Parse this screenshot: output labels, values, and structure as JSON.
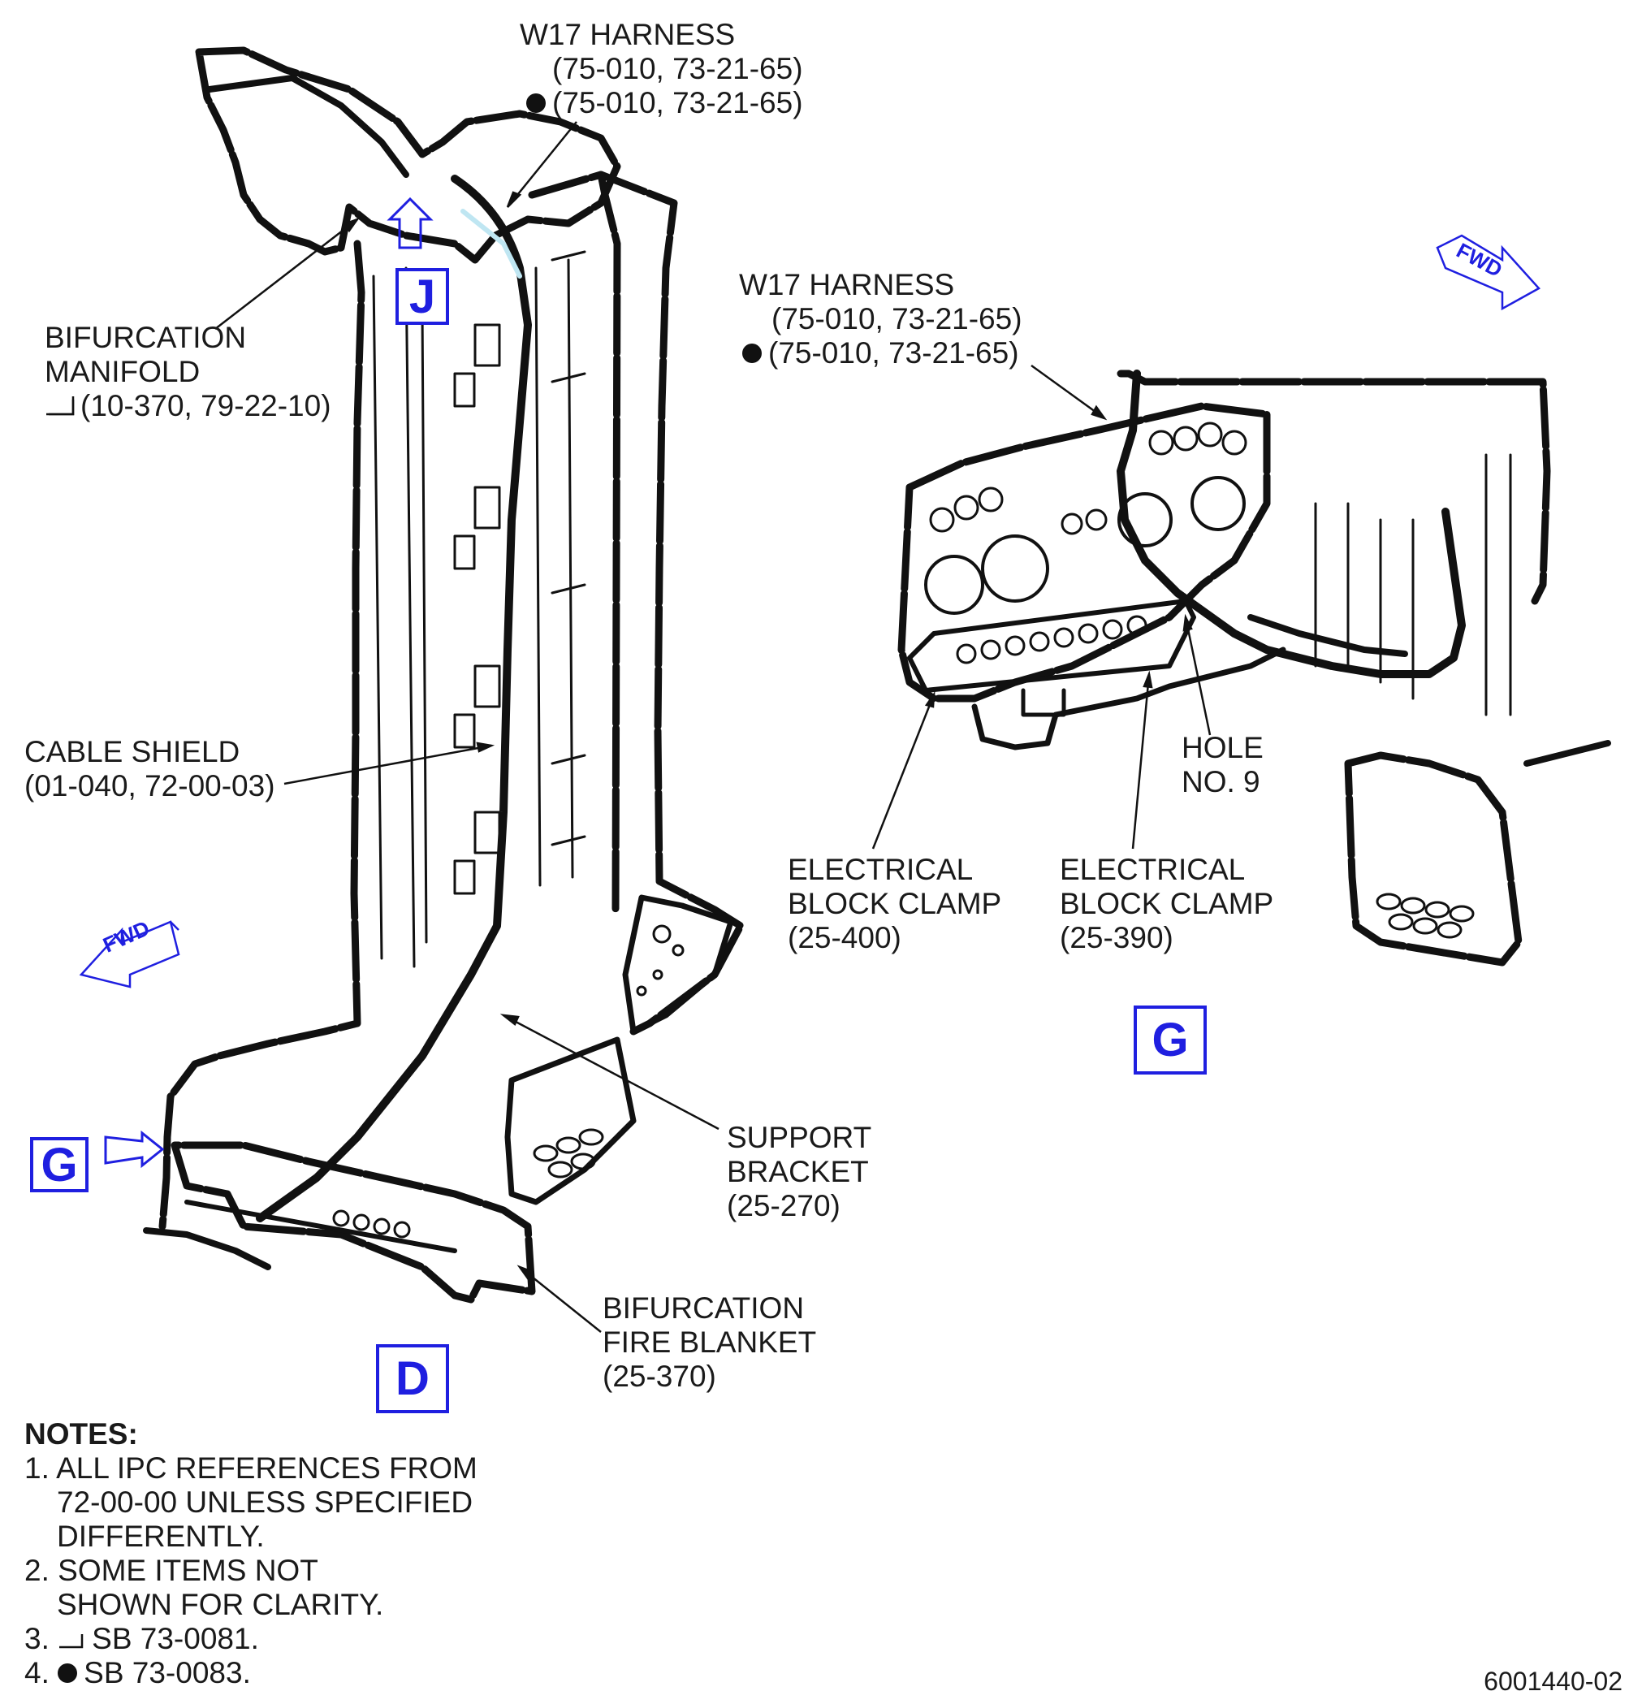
{
  "labels": {
    "w17_left": {
      "title": "W17 HARNESS",
      "ref1": "(75-010, 73-21-65)",
      "ref2": "(75-010, 73-21-65)"
    },
    "bifurcation_manifold": {
      "line1": "BIFURCATION",
      "line2": "MANIFOLD",
      "ref": "(10-370, 79-22-10)"
    },
    "cable_shield": {
      "line1": "CABLE SHIELD",
      "ref": "(01-040, 72-00-03)"
    },
    "support_bracket": {
      "line1": "SUPPORT",
      "line2": "BRACKET",
      "ref": "(25-270)"
    },
    "fire_blanket": {
      "line1": "BIFURCATION",
      "line2": "FIRE BLANKET",
      "ref": "(25-370)"
    },
    "w17_right": {
      "title": "W17 HARNESS",
      "ref1": "(75-010, 73-21-65)",
      "ref2": "(75-010, 73-21-65)"
    },
    "elec_clamp_400": {
      "line1": "ELECTRICAL",
      "line2": "BLOCK CLAMP",
      "ref": "(25-400)"
    },
    "elec_clamp_390": {
      "line1": "ELECTRICAL",
      "line2": "BLOCK CLAMP",
      "ref": "(25-390)"
    },
    "hole": {
      "line1": "HOLE",
      "line2": "NO. 9"
    }
  },
  "callouts": {
    "j": "J",
    "g_left": "G",
    "d": "D",
    "g_right": "G"
  },
  "fwd": "FWD",
  "notes": {
    "heading": "NOTES:",
    "n1a": "1. ALL IPC REFERENCES FROM",
    "n1b": "72-00-00 UNLESS SPECIFIED",
    "n1c": "DIFFERENTLY.",
    "n2a": "2. SOME ITEMS NOT",
    "n2b": "SHOWN FOR CLARITY.",
    "n3_prefix": "3.",
    "n3": "SB 73-0081.",
    "n4_prefix": "4.",
    "n4": "SB 73-0083."
  },
  "doc_id": "6001440-02",
  "colors": {
    "callout": "#1f1fe0",
    "line": "#111111",
    "harness_highlight": "#bfe6f2"
  }
}
